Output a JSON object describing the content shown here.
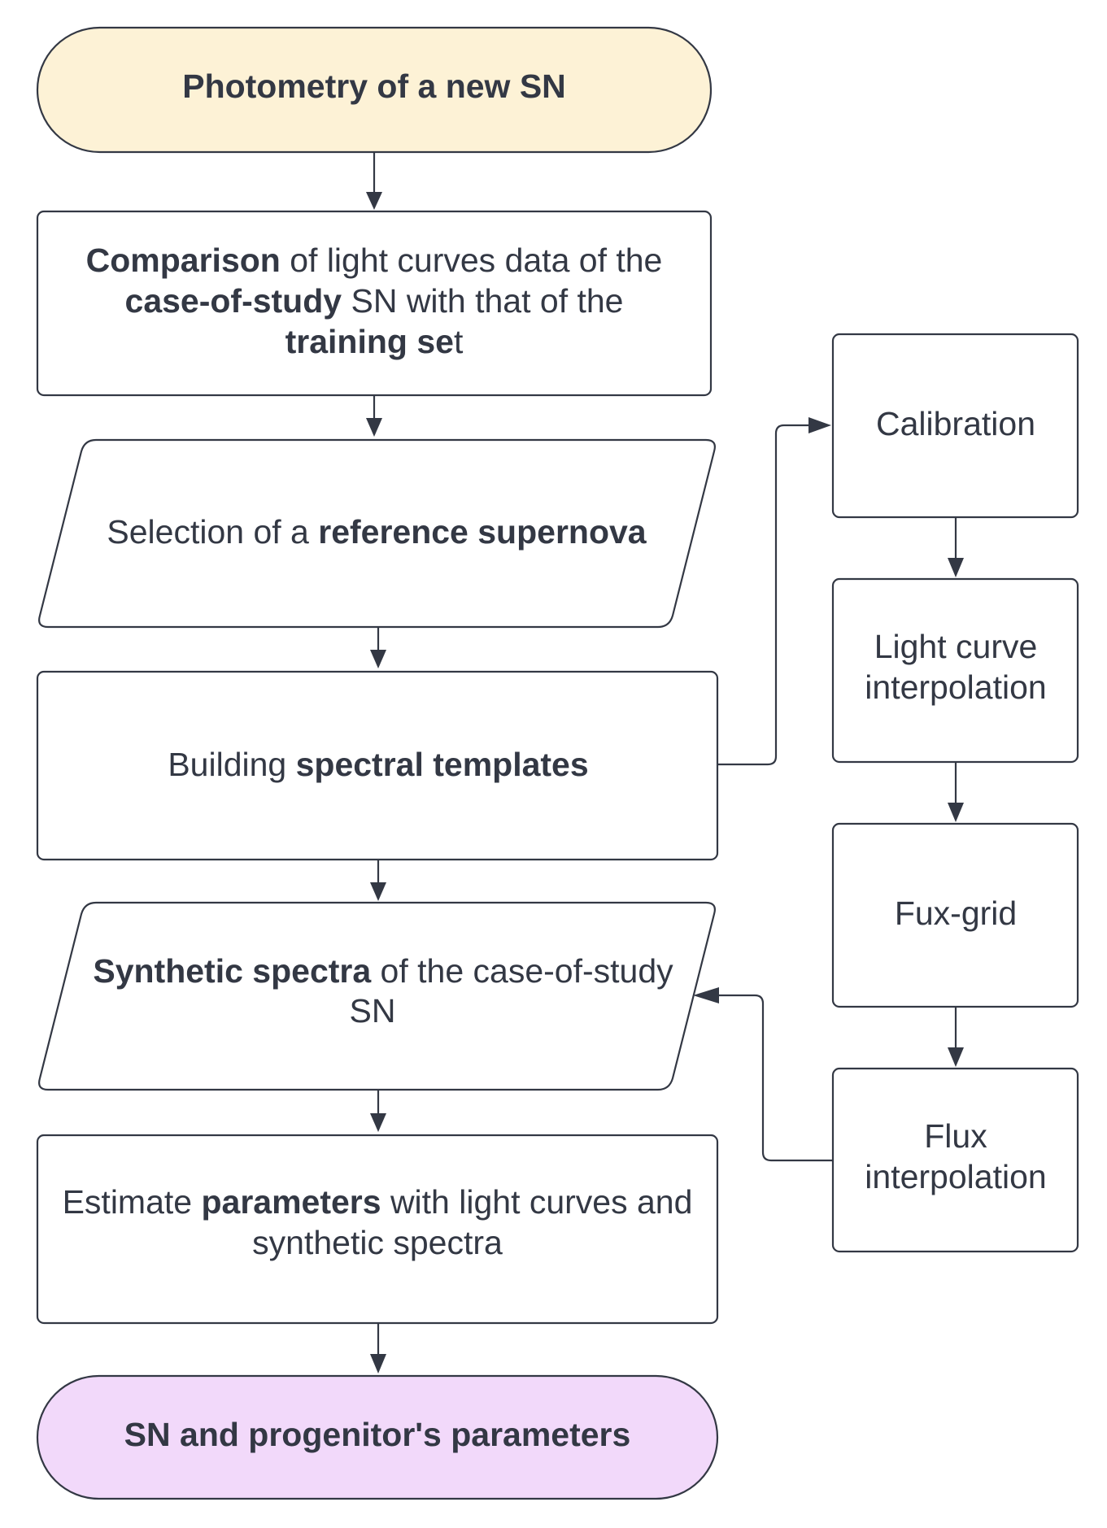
{
  "nodes": {
    "start": {
      "text": "Photometry of a new SN",
      "fill": "#fdf2d6"
    },
    "comparison": {
      "b1": "Comparison",
      "t1": " of light curves data of the",
      "b2": "case-of-study",
      "t2": " SN with that of the",
      "b3": "training se",
      "t3": "t"
    },
    "selection": {
      "t1": "Selection of a ",
      "b1": "reference supernova"
    },
    "building": {
      "t1": "Building ",
      "b1": "spectral templates"
    },
    "synthetic": {
      "b1": "Synthetic spectra",
      "t1": " of the case-of-study",
      "t2": "SN"
    },
    "estimate": {
      "t1": "Estimate ",
      "b1": "parameters",
      "t2": " with light curves and",
      "t3": "synthetic spectra"
    },
    "end": {
      "text": "SN and progenitor's parameters",
      "fill": "#f2d9fa"
    },
    "calibration": {
      "text": "Calibration"
    },
    "lc_interp": {
      "line1": "Light curve",
      "line2": "interpolation"
    },
    "fux_grid": {
      "text": "Fux-grid"
    },
    "flux_interp": {
      "line1": "Flux",
      "line2": "interpolation"
    }
  },
  "colors": {
    "stroke": "#333844",
    "text": "#333844",
    "box_fill": "#ffffff"
  }
}
